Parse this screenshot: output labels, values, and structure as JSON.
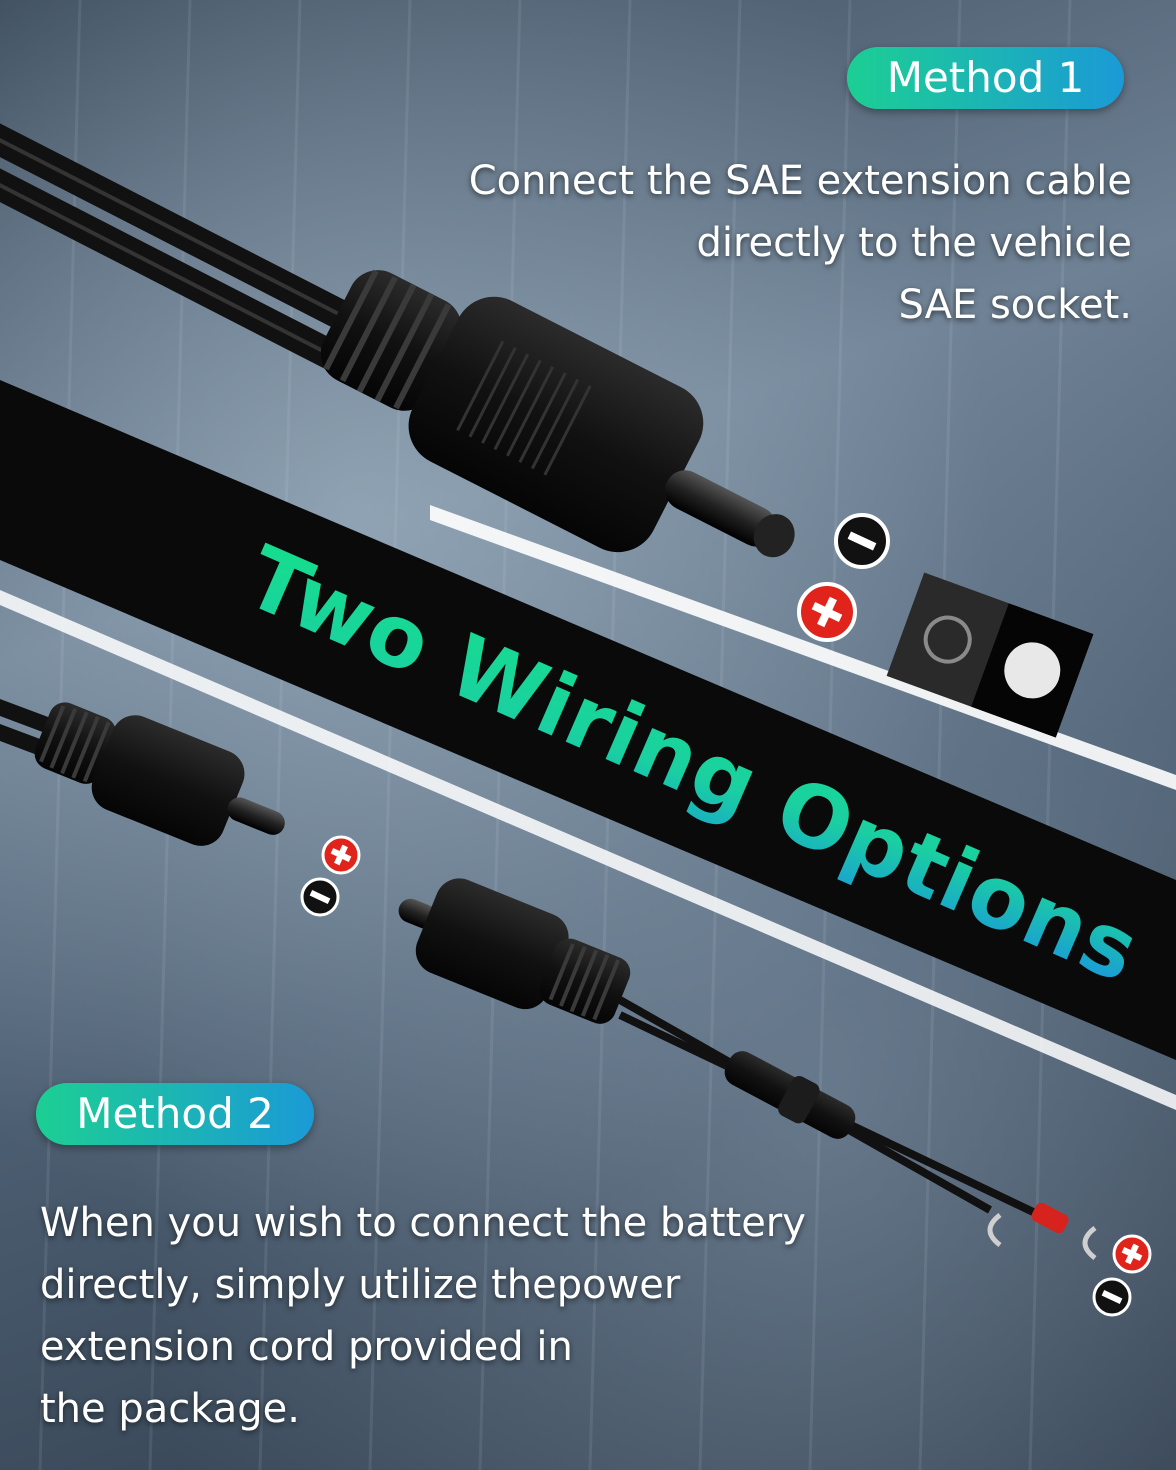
{
  "banner": {
    "title": "Two Wiring Options"
  },
  "method1": {
    "label": "Method 1",
    "description_lines": [
      "Connect the SAE extension cable",
      "directly to the vehicle",
      "SAE socket."
    ]
  },
  "method2": {
    "label": "Method 2",
    "description_lines": [
      "When you wish to connect the battery",
      "directly, simply utilize thepower",
      "extension cord provided in",
      "the package."
    ]
  },
  "colors": {
    "accent_green": "#1ccf93",
    "accent_blue": "#1b9ad6",
    "positive_red": "#e0241c",
    "negative_black": "#111111",
    "cable_black": "#111111"
  },
  "icons": {
    "positive": "plus-circle-icon",
    "negative": "minus-circle-icon"
  }
}
